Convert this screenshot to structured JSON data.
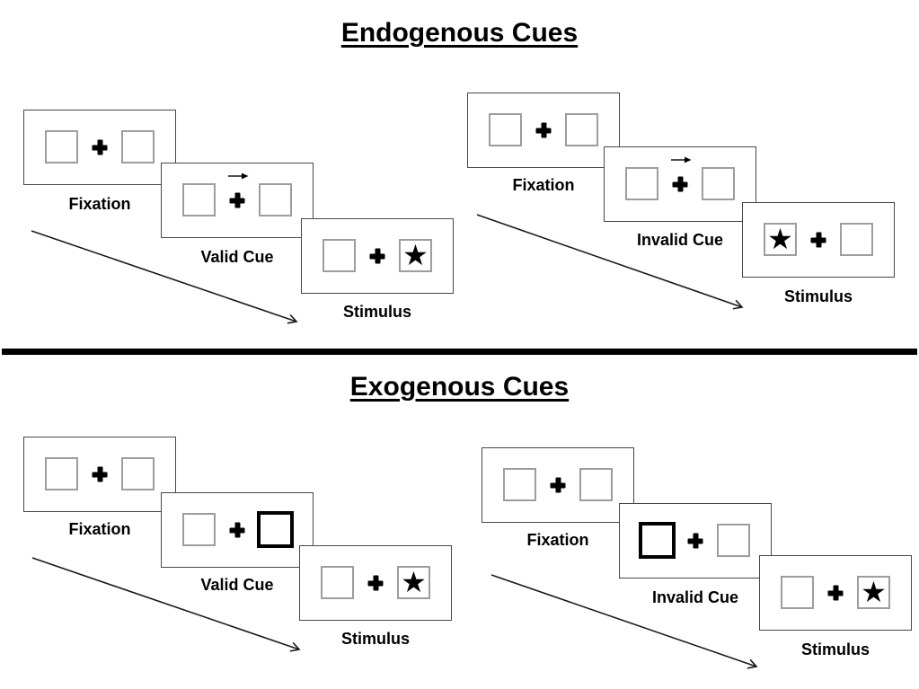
{
  "figure": {
    "sections": [
      {
        "title": "Endogenous Cues",
        "sequences": [
          {
            "name": "valid",
            "steps": [
              {
                "label": "Fixation"
              },
              {
                "label": "Valid Cue",
                "cue": "arrow-right-above-cross"
              },
              {
                "label": "Stimulus",
                "star_side": "right"
              }
            ]
          },
          {
            "name": "invalid",
            "steps": [
              {
                "label": "Fixation"
              },
              {
                "label": "Invalid Cue",
                "cue": "arrow-right-above-cross"
              },
              {
                "label": "Stimulus",
                "star_side": "left"
              }
            ]
          }
        ]
      },
      {
        "title": "Exogenous Cues",
        "sequences": [
          {
            "name": "valid",
            "steps": [
              {
                "label": "Fixation"
              },
              {
                "label": "Valid Cue",
                "cue": "thick-box-right"
              },
              {
                "label": "Stimulus",
                "star_side": "right"
              }
            ]
          },
          {
            "name": "invalid",
            "steps": [
              {
                "label": "Fixation"
              },
              {
                "label": "Invalid Cue",
                "cue": "thick-box-left"
              },
              {
                "label": "Stimulus",
                "star_side": "right"
              }
            ]
          }
        ]
      }
    ]
  },
  "glyphs": {
    "star": "★"
  },
  "colors": {
    "ink": "#000000",
    "panel_border": "#474747",
    "box_border": "#9d9d9d",
    "cue_box_border": "#000000",
    "background": "#ffffff"
  }
}
